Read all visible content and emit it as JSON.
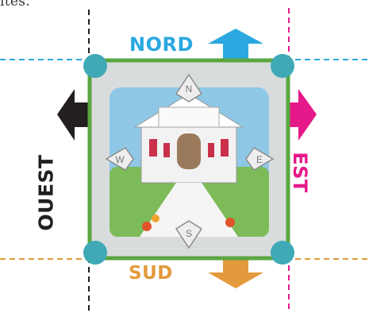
{
  "top_text_fragment": "ites.",
  "directions": {
    "north": "NORD",
    "south": "SUD",
    "west": "OUEST",
    "east": "EST"
  },
  "compass_letters": {
    "n": "N",
    "s": "S",
    "w": "W",
    "e": "E"
  },
  "colors": {
    "north": "#2aa8df",
    "south": "#e39a3c",
    "west": "#231f20",
    "east": "#e6198a",
    "tile_border": "#5aa640"
  }
}
